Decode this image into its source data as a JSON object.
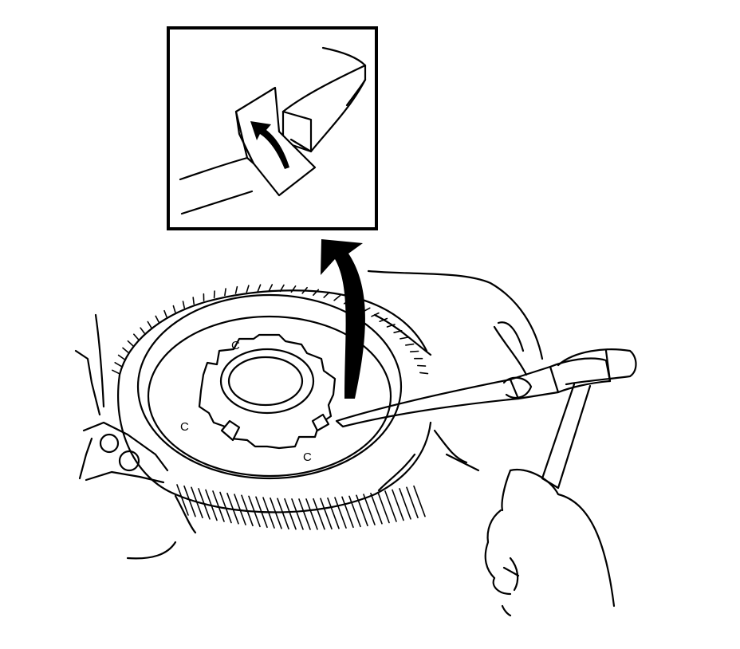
{
  "figure": {
    "stake_marks": [
      "C",
      "C",
      "C"
    ]
  },
  "colors": {
    "line": "#000000",
    "background": "#ffffff"
  },
  "icons": {
    "lift_arrow": "curved-arrow-icon",
    "inset_arrow": "curved-arrow-icon"
  }
}
